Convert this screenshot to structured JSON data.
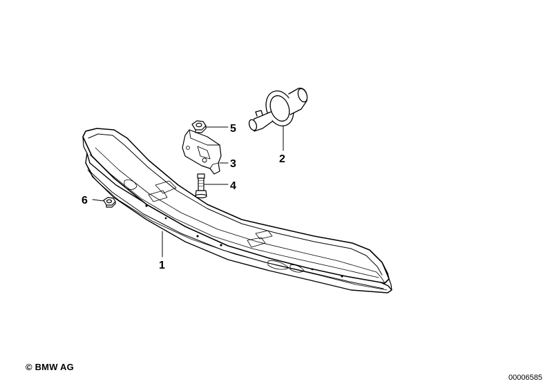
{
  "callouts": {
    "c1": "1",
    "c2": "2",
    "c3": "3",
    "c4": "4",
    "c5": "5",
    "c6": "6"
  },
  "footer": {
    "copyright": "© BMW AG",
    "doc_number": "00006585"
  }
}
